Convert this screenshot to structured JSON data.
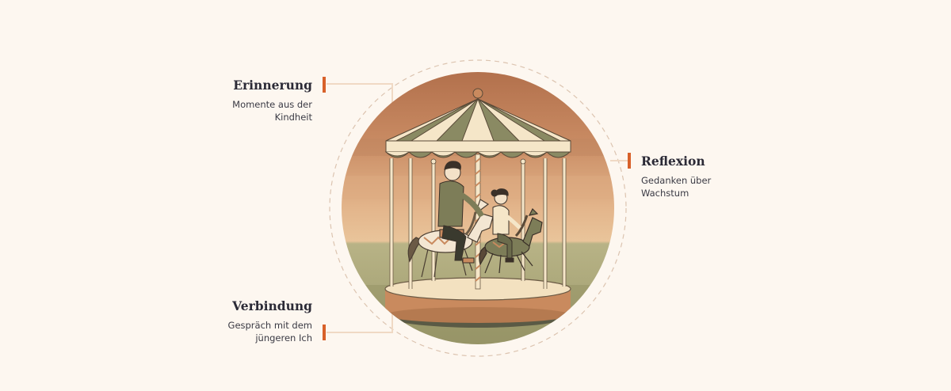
{
  "labels": {
    "erinnerung": {
      "title": "Erinnerung",
      "subtitle_lines": [
        "Momente aus der",
        "Kindheit"
      ]
    },
    "reflexion": {
      "title": "Reflexion",
      "subtitle_lines": [
        "Gedanken über",
        "Wachstum"
      ]
    },
    "verbindung": {
      "title": "Verbindung",
      "subtitle_lines": [
        "Gespräch mit dem",
        "jüngeren Ich"
      ]
    }
  },
  "colors": {
    "background": "#fdf7f0",
    "accent": "#d8612a",
    "connector": "#f0d9c4",
    "dashed_ring": "#dcc4b0",
    "sky_top": "#b97a56",
    "sky_mid": "#d9a87e",
    "ground": "#a8a679",
    "canopy_cream": "#f5e6c8",
    "canopy_green": "#8a8a63",
    "platform_top": "#f3e1c0",
    "platform_side": "#c98a5e",
    "platform_base": "#5a5a45"
  },
  "illustration": {
    "subject": "carousel-with-adult-and-child"
  }
}
